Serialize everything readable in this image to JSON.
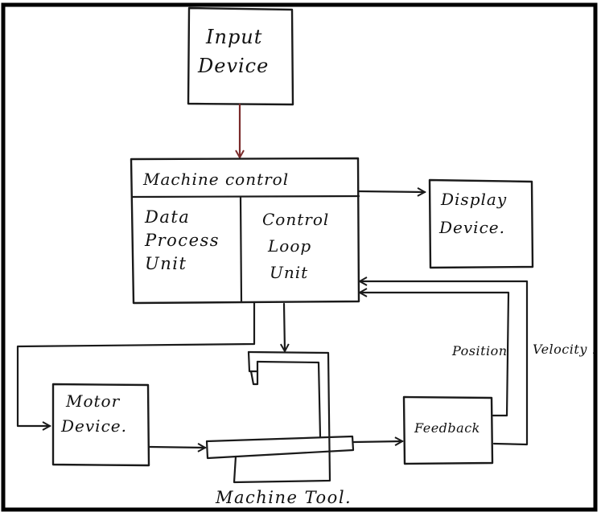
{
  "diagram": {
    "input_device": {
      "line1": "Input",
      "line2": "Device"
    },
    "machine_control": {
      "title": "Machine control",
      "data_process": {
        "line1": "Data",
        "line2": "Process",
        "line3": "Unit"
      },
      "control_loop": {
        "line1": "Control",
        "line2": "Loop",
        "line3": "Unit"
      }
    },
    "display_device": {
      "line1": "Display",
      "line2": "Device."
    },
    "motor_device": {
      "line1": "Motor",
      "line2": "Device."
    },
    "feedback": {
      "label": "Feedback"
    },
    "position_label": "Position",
    "velocity_label": "Velocity .",
    "machine_tool_label": "Machine Tool."
  }
}
